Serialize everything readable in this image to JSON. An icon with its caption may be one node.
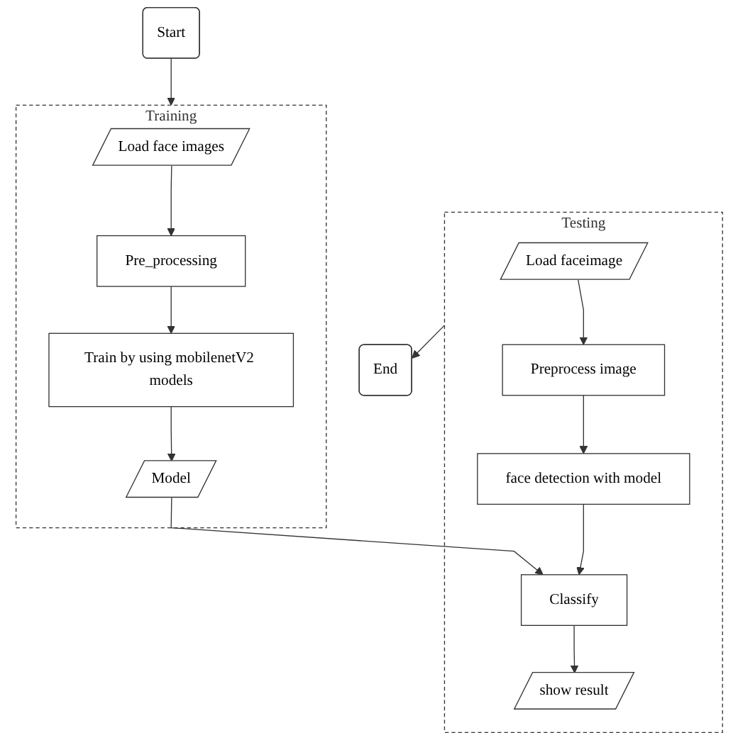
{
  "diagram": {
    "nodes": [
      {
        "text": [
          "Start"
        ]
      },
      {
        "text": [
          "Training"
        ]
      },
      {
        "text": [
          "Load face images"
        ],
        "in": 1
      },
      {
        "text": [
          "Pre_processing"
        ],
        "in": 1
      },
      {
        "text": [
          "Train by using mobilenetV2 models"
        ],
        "in": 1
      },
      {
        "text": [
          "Model"
        ],
        "in": 1
      },
      {
        "text": [
          "Testing"
        ]
      },
      {
        "text": [
          "Load faceimage"
        ],
        "in": 6
      },
      {
        "text": [
          "Preprocess image"
        ],
        "in": 6
      },
      {
        "text": [
          "face detection with model"
        ],
        "in": 6
      },
      {
        "text": [
          "Classify"
        ],
        "in": 6
      },
      {
        "text": [
          "show result"
        ],
        "in": 6
      },
      {
        "text": [
          "End"
        ]
      }
    ],
    "edges": [
      {
        "from": 0,
        "to": 1,
        "arrow": "to"
      },
      {
        "from": 2,
        "to": 3,
        "arrow": "to"
      },
      {
        "from": 3,
        "to": 4,
        "arrow": "to"
      },
      {
        "from": 4,
        "to": 5,
        "arrow": "to"
      },
      {
        "from": 5,
        "to": 10,
        "arrow": "to"
      },
      {
        "from": 7,
        "to": 8,
        "arrow": "to"
      },
      {
        "from": 8,
        "to": 9,
        "arrow": "to"
      },
      {
        "from": 9,
        "to": 10,
        "arrow": "to"
      },
      {
        "from": 10,
        "to": 11,
        "arrow": "to"
      },
      {
        "from": 6,
        "to": 12,
        "arrow": "to"
      }
    ]
  }
}
